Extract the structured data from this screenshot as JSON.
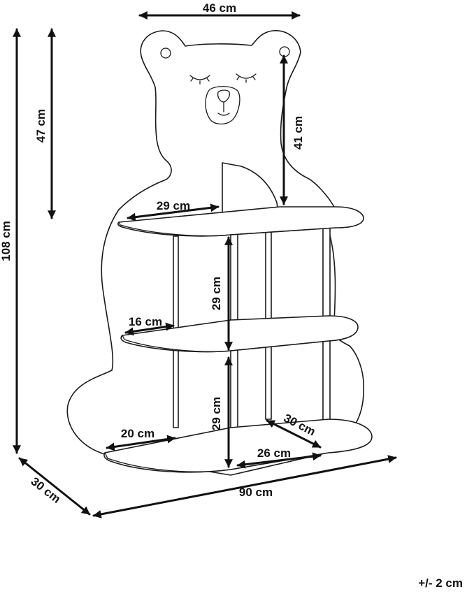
{
  "dimensions": {
    "head_width": "46 cm",
    "head_height": "47 cm",
    "total_height": "108 cm",
    "back_panel_height": "41 cm",
    "top_shelf_width": "29 cm",
    "middle_compartment_height": "29 cm",
    "middle_shelf_width": "16 cm",
    "lower_compartment_height": "29 cm",
    "bottom_left_width": "20 cm",
    "bottom_depth": "30 cm",
    "bottom_right_width": "26 cm",
    "total_depth": "30 cm",
    "total_width": "90 cm"
  },
  "tolerance": "+/- 2 cm"
}
